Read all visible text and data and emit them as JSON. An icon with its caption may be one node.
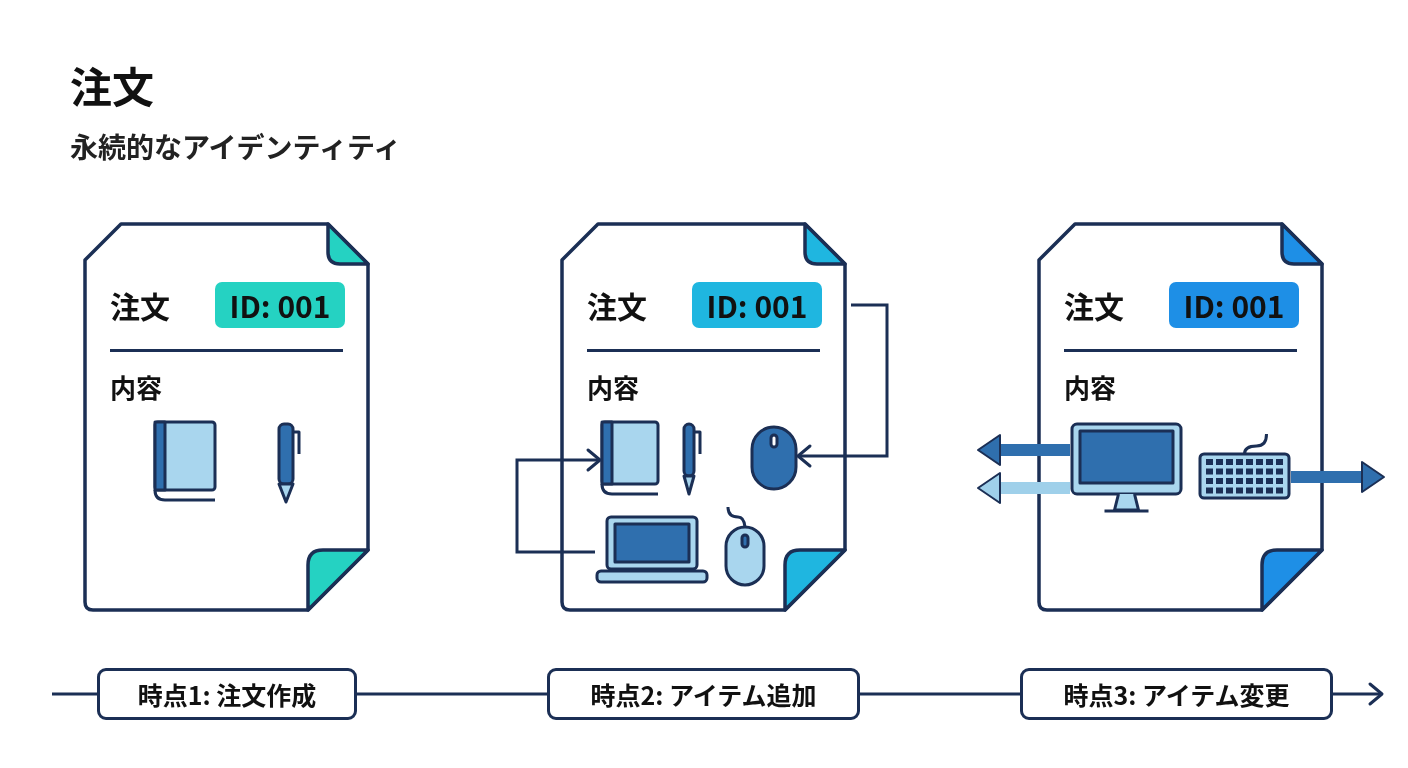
{
  "diagram": {
    "title": "注文",
    "nodes": [
      {
        "text": [
          "注文",
          "内容"
        ]
      },
      {
        "text": [
          "ID: 001"
        ],
        "in": 0
      },
      {
        "text": [
          "注文",
          "内容"
        ]
      },
      {
        "text": [
          "ID: 001"
        ],
        "in": 2
      },
      {
        "text": [],
        "shape": "book",
        "in": 2
      },
      {
        "text": [],
        "shape": "mouse",
        "in": 2
      },
      {
        "text": [],
        "shape": "laptop",
        "in": 2
      },
      {
        "text": [
          "注文",
          "内容"
        ]
      },
      {
        "text": [
          "ID: 001"
        ],
        "in": 7
      },
      {
        "text": [],
        "shape": "monitor",
        "in": 7
      },
      {
        "text": [],
        "shape": "keyboard",
        "in": 7
      },
      {
        "text": [
          "時点1: 注文作成"
        ]
      },
      {
        "text": [
          "時点2: アイテム追加"
        ]
      },
      {
        "text": [
          "時点3: アイテム変更"
        ]
      }
    ],
    "edges": [
      {
        "from": 6,
        "to": 4,
        "arrow": "to"
      },
      {
        "from": null,
        "to": 5,
        "arrow": "to"
      },
      {
        "from": 9,
        "to": null,
        "arrow": "to",
        "style": "thick",
        "color": "#2f6fae"
      },
      {
        "from": 9,
        "to": null,
        "arrow": "to",
        "style": "thick",
        "color": "#9fd0ea"
      },
      {
        "from": 10,
        "to": null,
        "arrow": "to",
        "style": "thick",
        "color": "#2f6fae"
      },
      {
        "from": null,
        "to": 11,
        "arrow": "none"
      },
      {
        "from": 11,
        "to": 12,
        "arrow": "none"
      },
      {
        "from": 12,
        "to": 13,
        "arrow": "none"
      },
      {
        "from": 13,
        "to": null,
        "arrow": "to"
      }
    ],
    "labels": [
      "永続的なアイデンティティ"
    ]
  }
}
